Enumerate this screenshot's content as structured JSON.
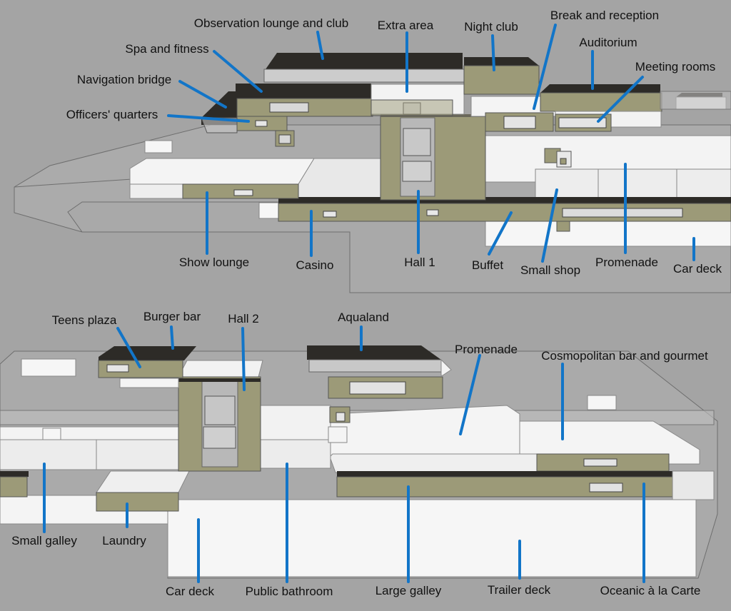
{
  "colors": {
    "background": "#a4a4a4",
    "hull_outline": "#6e6e6e",
    "hull_fill": "#b4b4b4",
    "deck_white": "#f4f4f4",
    "deck_light": "#e6e6e6",
    "room_block": "#9c9a78",
    "room_top": "#2d2b27",
    "leader": "#1275c8",
    "label": "#111111"
  },
  "top_view": {
    "labels": {
      "observation": "Observation lounge and club",
      "extra": "Extra area",
      "nightclub": "Night club",
      "break": "Break and reception",
      "spa": "Spa and fitness",
      "auditorium": "Auditorium",
      "meeting": "Meeting rooms",
      "bridge": "Navigation bridge",
      "officers": "Officers' quarters",
      "show": "Show lounge",
      "casino": "Casino",
      "hall1": "Hall 1",
      "buffet": "Buffet",
      "shop": "Small shop",
      "promenade": "Promenade",
      "cardeck": "Car deck"
    }
  },
  "bottom_view": {
    "labels": {
      "teens": "Teens plaza",
      "burger": "Burger bar",
      "hall2": "Hall 2",
      "aqualand": "Aqualand",
      "promenade": "Promenade",
      "cosmo": "Cosmopolitan bar and gourmet",
      "galley_small": "Small galley",
      "laundry": "Laundry",
      "cardeck": "Car deck",
      "bathroom": "Public bathroom",
      "galley_large": "Large galley",
      "trailer": "Trailer deck",
      "oceanic": "Oceanic à la Carte"
    }
  }
}
